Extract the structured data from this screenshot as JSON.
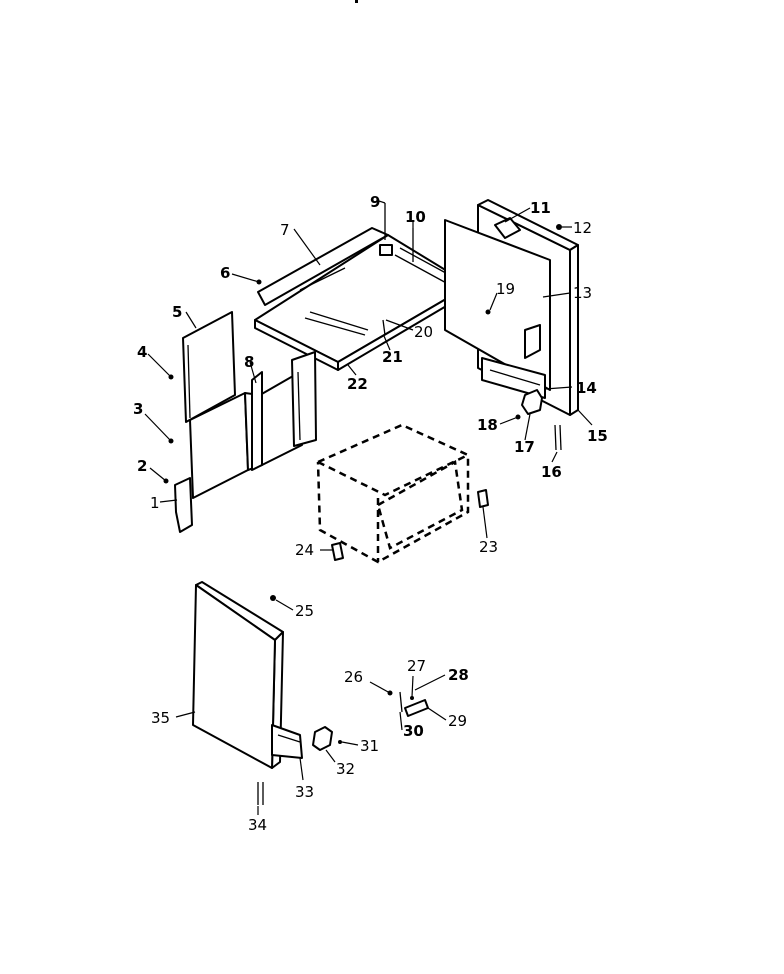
{
  "diagram": {
    "callouts": {
      "c1": "1",
      "c2": "2",
      "c3": "3",
      "c4": "4",
      "c5": "5",
      "c6": "6",
      "c7": "7",
      "c8": "8",
      "c9": "9",
      "c10": "10",
      "c11": "11",
      "c12": "12",
      "c13": "13",
      "c14": "14",
      "c15": "15",
      "c16": "16",
      "c17": "17",
      "c18": "18",
      "c19": "19",
      "c20": "20",
      "c21": "21",
      "c22": "22",
      "c23": "23",
      "c24": "24",
      "c25": "25",
      "c26": "26",
      "c27": "27",
      "c28": "28",
      "c29": "29",
      "c30": "30",
      "c31": "31",
      "c32": "32",
      "c33": "33",
      "c34": "34",
      "c35": "35"
    }
  }
}
